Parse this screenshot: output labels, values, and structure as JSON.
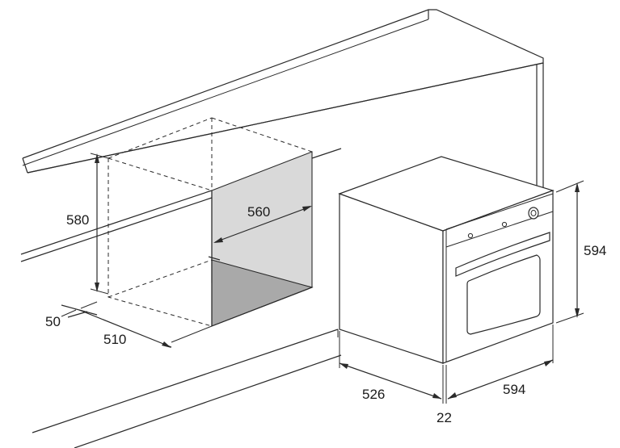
{
  "dimensions": {
    "cavity_height": "580",
    "cavity_width": "560",
    "cavity_depth": "510",
    "cavity_offset": "50",
    "oven_height": "594",
    "oven_width": "594",
    "oven_depth": "526",
    "door_thickness": "22"
  },
  "colors": {
    "line": "#2a2a2a",
    "cavity_back": "#d9d9d9",
    "cavity_floor": "#a9a9a9",
    "background": "#ffffff"
  },
  "icons": {
    "control_knob": "round-knob",
    "indicator_lights": "small-dots"
  }
}
